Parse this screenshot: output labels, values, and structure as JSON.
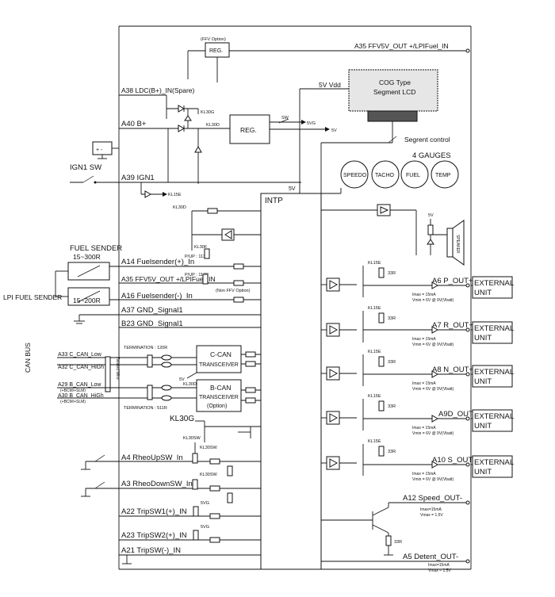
{
  "diagram": {
    "top": {
      "ffv_option": "(FFV Option)",
      "reg_top": "REG.",
      "a35_top": "A35 FFV5V_OUT +/LPIFuel_IN",
      "a38": "A38 LDC(B+)_IN(Spare)",
      "a40": "A40 B+",
      "kl30g": "KL30G",
      "kl30d": "KL30D",
      "reg_mid": "REG.",
      "sw": "SW",
      "vg5": "5VG",
      "v5": "5V",
      "vdd": "5V Vdd",
      "lcd_line1": "COG Type",
      "lcd_line2": "Segment LCD",
      "segment_control": "Segrent control",
      "gauges_title": "4 GAUGES",
      "gauges": [
        "SPEEDO",
        "TACHO",
        "FUEL",
        "TEMP"
      ],
      "ign1_sw": "IGN1 SW",
      "a39": "A39 IGN1",
      "kl15e": "KL15E",
      "v5_intp": "5V",
      "intp": "INTP"
    },
    "left": {
      "kl30d_small": "KL30D",
      "kl30f": "KL30F",
      "fuel_sender": "FUEL SENDER",
      "fuel_range": "15~300R",
      "pup1": "P/UP : 113R",
      "a14": "A14 Fuelsender(+)_In",
      "pup2": "P/UP : 113R",
      "a35_left": "A35 FFV5V_OUT +/LPIFuel_IN",
      "non_ffv": "(Non FFV Option)",
      "lpi_sender": "LPI FUEL SENDER",
      "lpi_range": "15~200R",
      "a16": "A16 Fuelsender(-)_In",
      "a37": "A37 GND_Signal1",
      "b23": "B23 GND_Signal1",
      "can_bus": "CAN BUS",
      "term1": "TERMINATION : 120R",
      "a33": "A33 C_CAN_Low",
      "a32": "A32 C_CAN_HiGh",
      "twisted": "Twisted Wire",
      "ccan1": "C-CAN",
      "ccan2": "TRANSCEIVER",
      "v5_c": "5V",
      "kl30d_b": "KL30D",
      "a29": "A29 B_CAN_Low",
      "a29b": "(+BCM/+SLM)",
      "a30": "A30 B_CAN_HiGh",
      "a30b": "(+BCM/+SLM)",
      "bcan1": "B-CAN",
      "bcan2": "TRANSCEIVER",
      "bcan3": "(Option)",
      "term2": "TERMINATION : 511R",
      "kl30g_big": "KL30G",
      "kl30sw1": "KL30SW",
      "kl30sw2": "KL30SW",
      "a4": "A4 RheoUpSW_In",
      "kl30sw3": "KL30SW",
      "a3": "A3 RheoDownSW_In",
      "a22": "A22 TripSW1(+)_IN",
      "vg5_a": "5VG",
      "a23": "A23 TripSW2(+)_IN",
      "vg5_b": "5VG",
      "a21": "A21 TripSW(-)_IN"
    },
    "right": {
      "v5_spk": "5V",
      "speaker": "SPEAKER",
      "kl15e": "KL15E",
      "r33": "33R",
      "outputs": [
        "A6 P_OUT+",
        "A7 R_OUT+",
        "A8 N_OUT+",
        "A9D_OUT+",
        "A10 S_OUT+"
      ],
      "ext1": "EXTERNAL",
      "ext2": "UNIT",
      "imax": "Imax = 15mA",
      "vmin": "Vmin = 6V @ 9V(Vbatt)",
      "a12": "A12 Speed_OUT-",
      "imax_b": "Imax=15mA",
      "vmax_b": "Vmax = 1.5V",
      "a5": "A5 Detent_OUT-",
      "imax_c": "Imax=15mA",
      "vmax_c": "Vmax = 1.5V"
    }
  }
}
